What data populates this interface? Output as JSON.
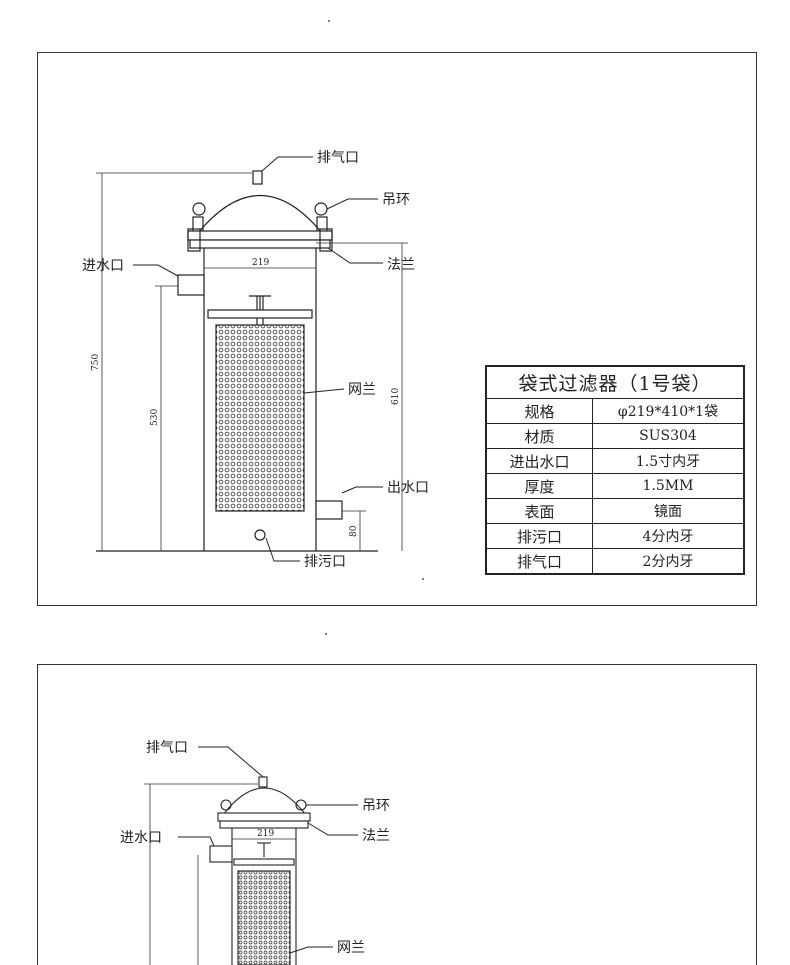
{
  "labels": {
    "vent": "排气口",
    "lifting_ring": "吊环",
    "inlet": "进水口",
    "flange": "法兰",
    "mesh": "网兰",
    "outlet": "出水口",
    "drain": "排污口"
  },
  "dimensions": {
    "total_height": "750",
    "inlet_height": "530",
    "shell_height": "610",
    "diameter": "219",
    "outlet_height": "80"
  },
  "spec_table": {
    "title": "袋式过滤器（1号袋）",
    "rows": [
      {
        "key": "规格",
        "value": "φ219*410*1袋"
      },
      {
        "key": "材质",
        "value": "SUS304"
      },
      {
        "key": "进出水口",
        "value": "1.5寸内牙"
      },
      {
        "key": "厚度",
        "value": "1.5MM"
      },
      {
        "key": "表面",
        "value": "镜面"
      },
      {
        "key": "排污口",
        "value": "4分内牙"
      },
      {
        "key": "排气口",
        "value": "2分内牙"
      }
    ]
  },
  "panel2_labels": {
    "vent": "排气口",
    "lifting_ring": "吊环",
    "inlet": "进水口",
    "flange": "法兰",
    "mesh": "网兰",
    "diameter": "219"
  }
}
